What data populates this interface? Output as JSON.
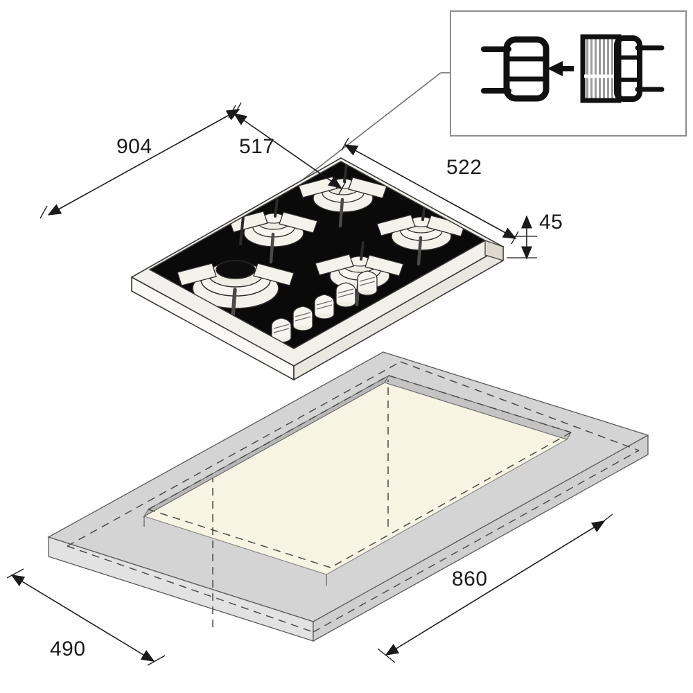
{
  "document": {
    "title": "Gas Hob Installation Dimension Drawing",
    "type": "technical-line-drawing",
    "units": "mm",
    "background_color": "#ffffff",
    "line_color": "#1a1a1a"
  },
  "dimensions": {
    "overall_width": "904",
    "burner_offset": "517",
    "overall_depth": "522",
    "body_height": "45",
    "cutout_width": "860",
    "cutout_depth": "490"
  },
  "hob": {
    "label": "gas-hob-isometric-view",
    "glass_color": "#0a0a0a",
    "frame_color": "#f2f0ea",
    "burner_count": 5,
    "knob_count": 5,
    "burners": [
      {
        "name": "wok-burner-front-left",
        "size": "large"
      },
      {
        "name": "burner-mid-left",
        "size": "medium"
      },
      {
        "name": "burner-rear-center",
        "size": "medium"
      },
      {
        "name": "burner-front-center",
        "size": "medium"
      },
      {
        "name": "burner-right",
        "size": "medium"
      }
    ]
  },
  "cutout": {
    "label": "worktop-cutout-isometric-view",
    "worktop_color": "#d4d4d4",
    "opening_color": "#f7f4e4",
    "hidden_line_style": "dashed"
  },
  "callout": {
    "label": "pan-support-installation-detail",
    "border_color": "#8c8c8c",
    "icon_color": "#111111",
    "left_icon": "pan-support-grate-icon",
    "right_icon": "ribbed-burner-grate-icon",
    "arrow_icon": "left-arrow-icon"
  }
}
